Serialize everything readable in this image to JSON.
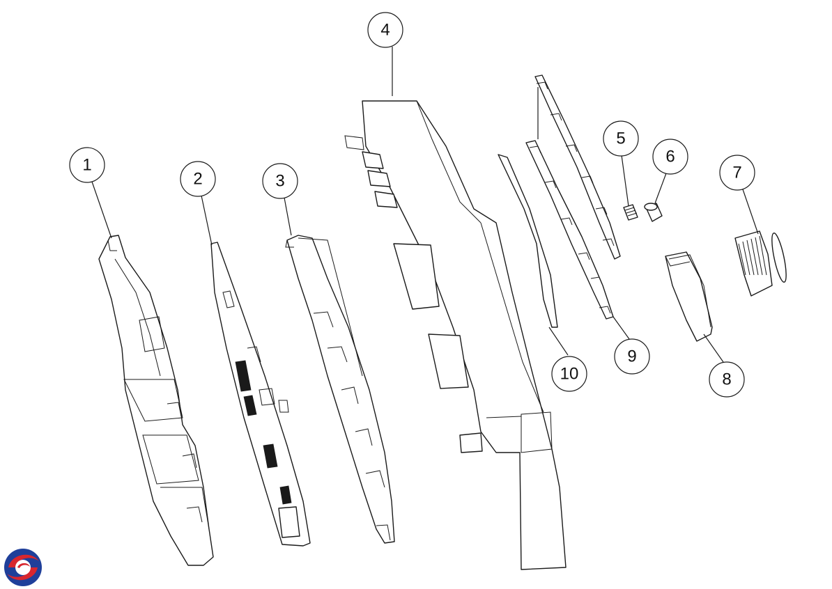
{
  "callouts": [
    {
      "id": "1",
      "label": "1"
    },
    {
      "id": "2",
      "label": "2"
    },
    {
      "id": "3",
      "label": "3"
    },
    {
      "id": "4",
      "label": "4"
    },
    {
      "id": "5",
      "label": "5"
    },
    {
      "id": "6",
      "label": "6"
    },
    {
      "id": "7",
      "label": "7"
    },
    {
      "id": "8",
      "label": "8"
    },
    {
      "id": "9",
      "label": "9"
    },
    {
      "id": "10",
      "label": "10"
    }
  ],
  "colors": {
    "line": "#1a1a1a",
    "logo_blue": "#1f3f9a",
    "logo_red": "#d8262e"
  }
}
